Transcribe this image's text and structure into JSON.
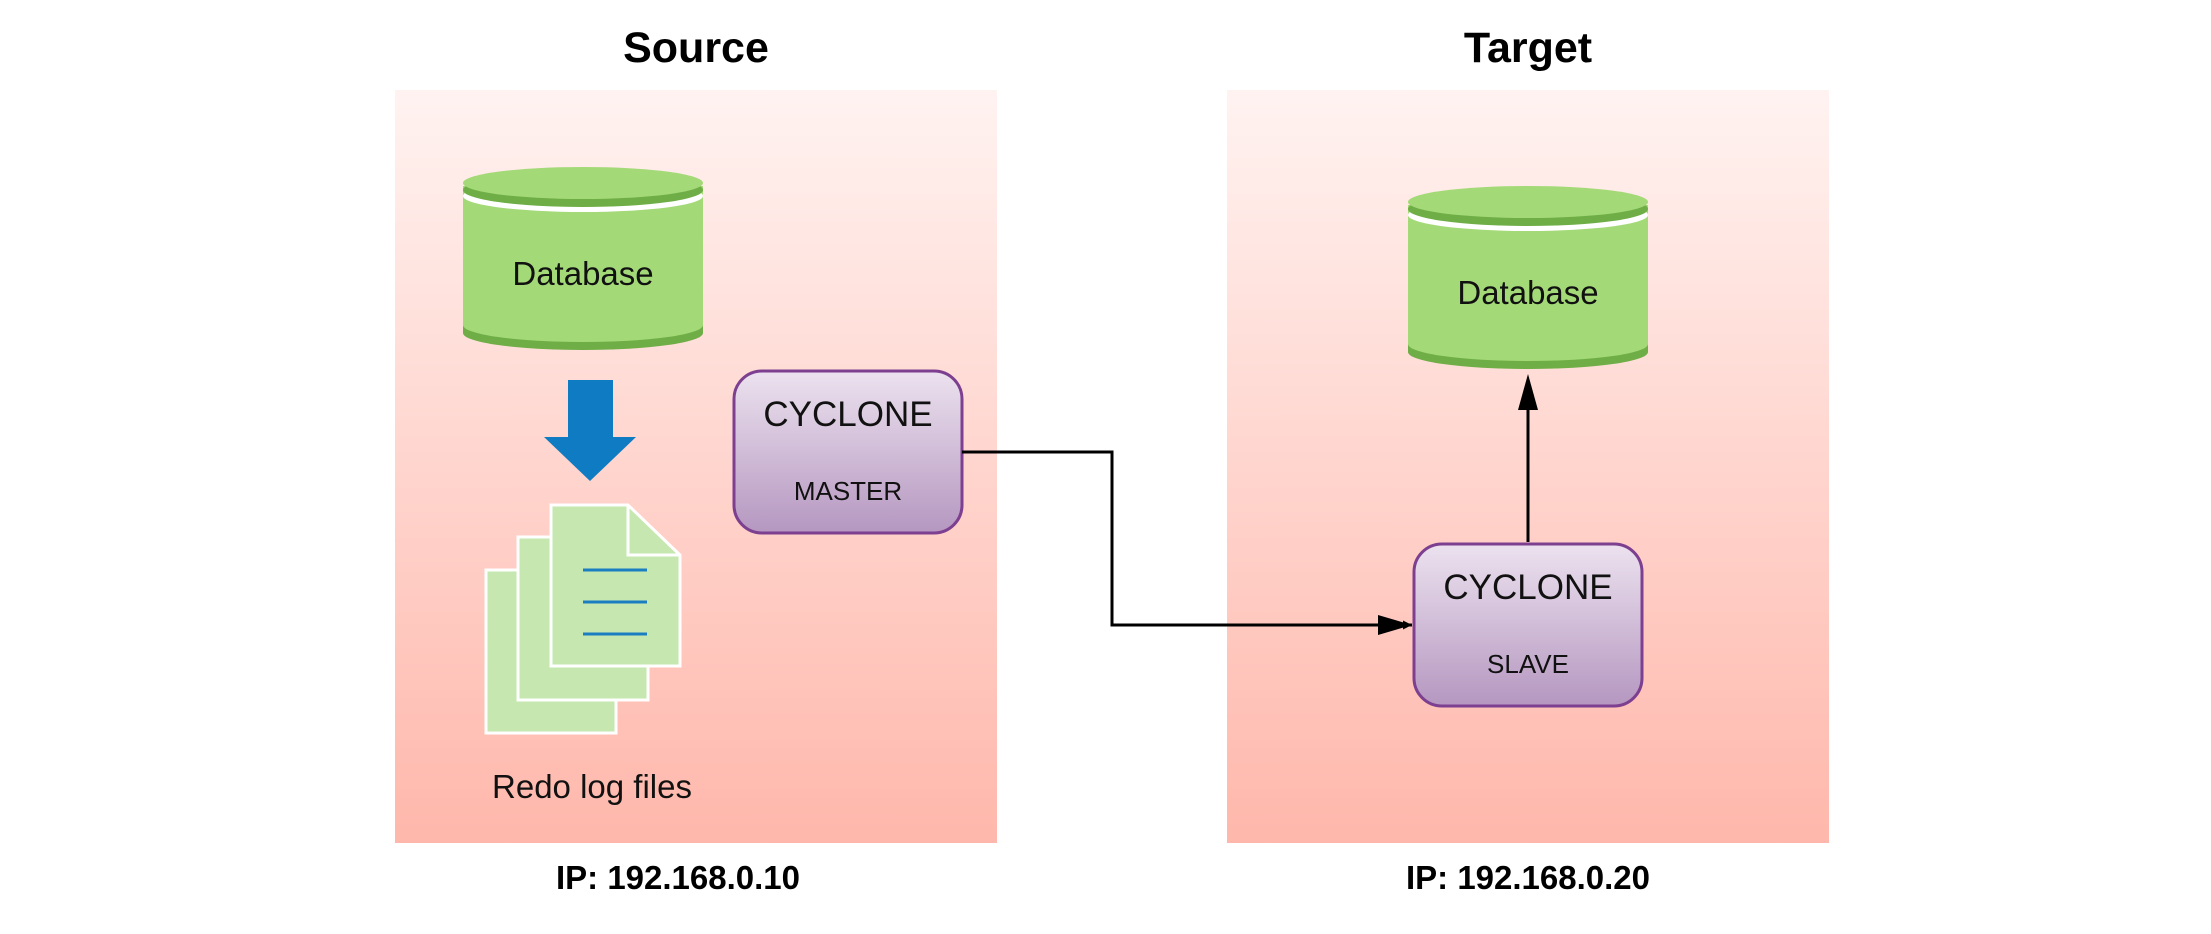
{
  "source": {
    "title": "Source",
    "ip": "IP: 192.168.0.10",
    "database_label": "Database",
    "redo_label": "Redo log files",
    "cyclone": {
      "title": "CYCLONE",
      "role": "MASTER"
    }
  },
  "target": {
    "title": "Target",
    "ip": "IP: 192.168.0.20",
    "database_label": "Database",
    "cyclone": {
      "title": "CYCLONE",
      "role": "SLAVE"
    }
  },
  "colors": {
    "panel_top": "#fff3f1",
    "panel_bottom": "#ffb7ab",
    "database_fill": "#a3d977",
    "database_rim": "#6fae47",
    "cyclone_top": "#ece2ef",
    "cyclone_bottom": "#b597c0",
    "cyclone_border": "#7d3f8f",
    "arrow_blue": "#0f7bc2",
    "document_fill": "#c6e8b0",
    "document_line": "#1b7ec1"
  },
  "icons": {
    "source_database": "database-cylinder-icon",
    "target_database": "database-cylinder-icon",
    "down_arrow": "arrow-down-icon",
    "redo_logs": "stacked-documents-icon"
  }
}
